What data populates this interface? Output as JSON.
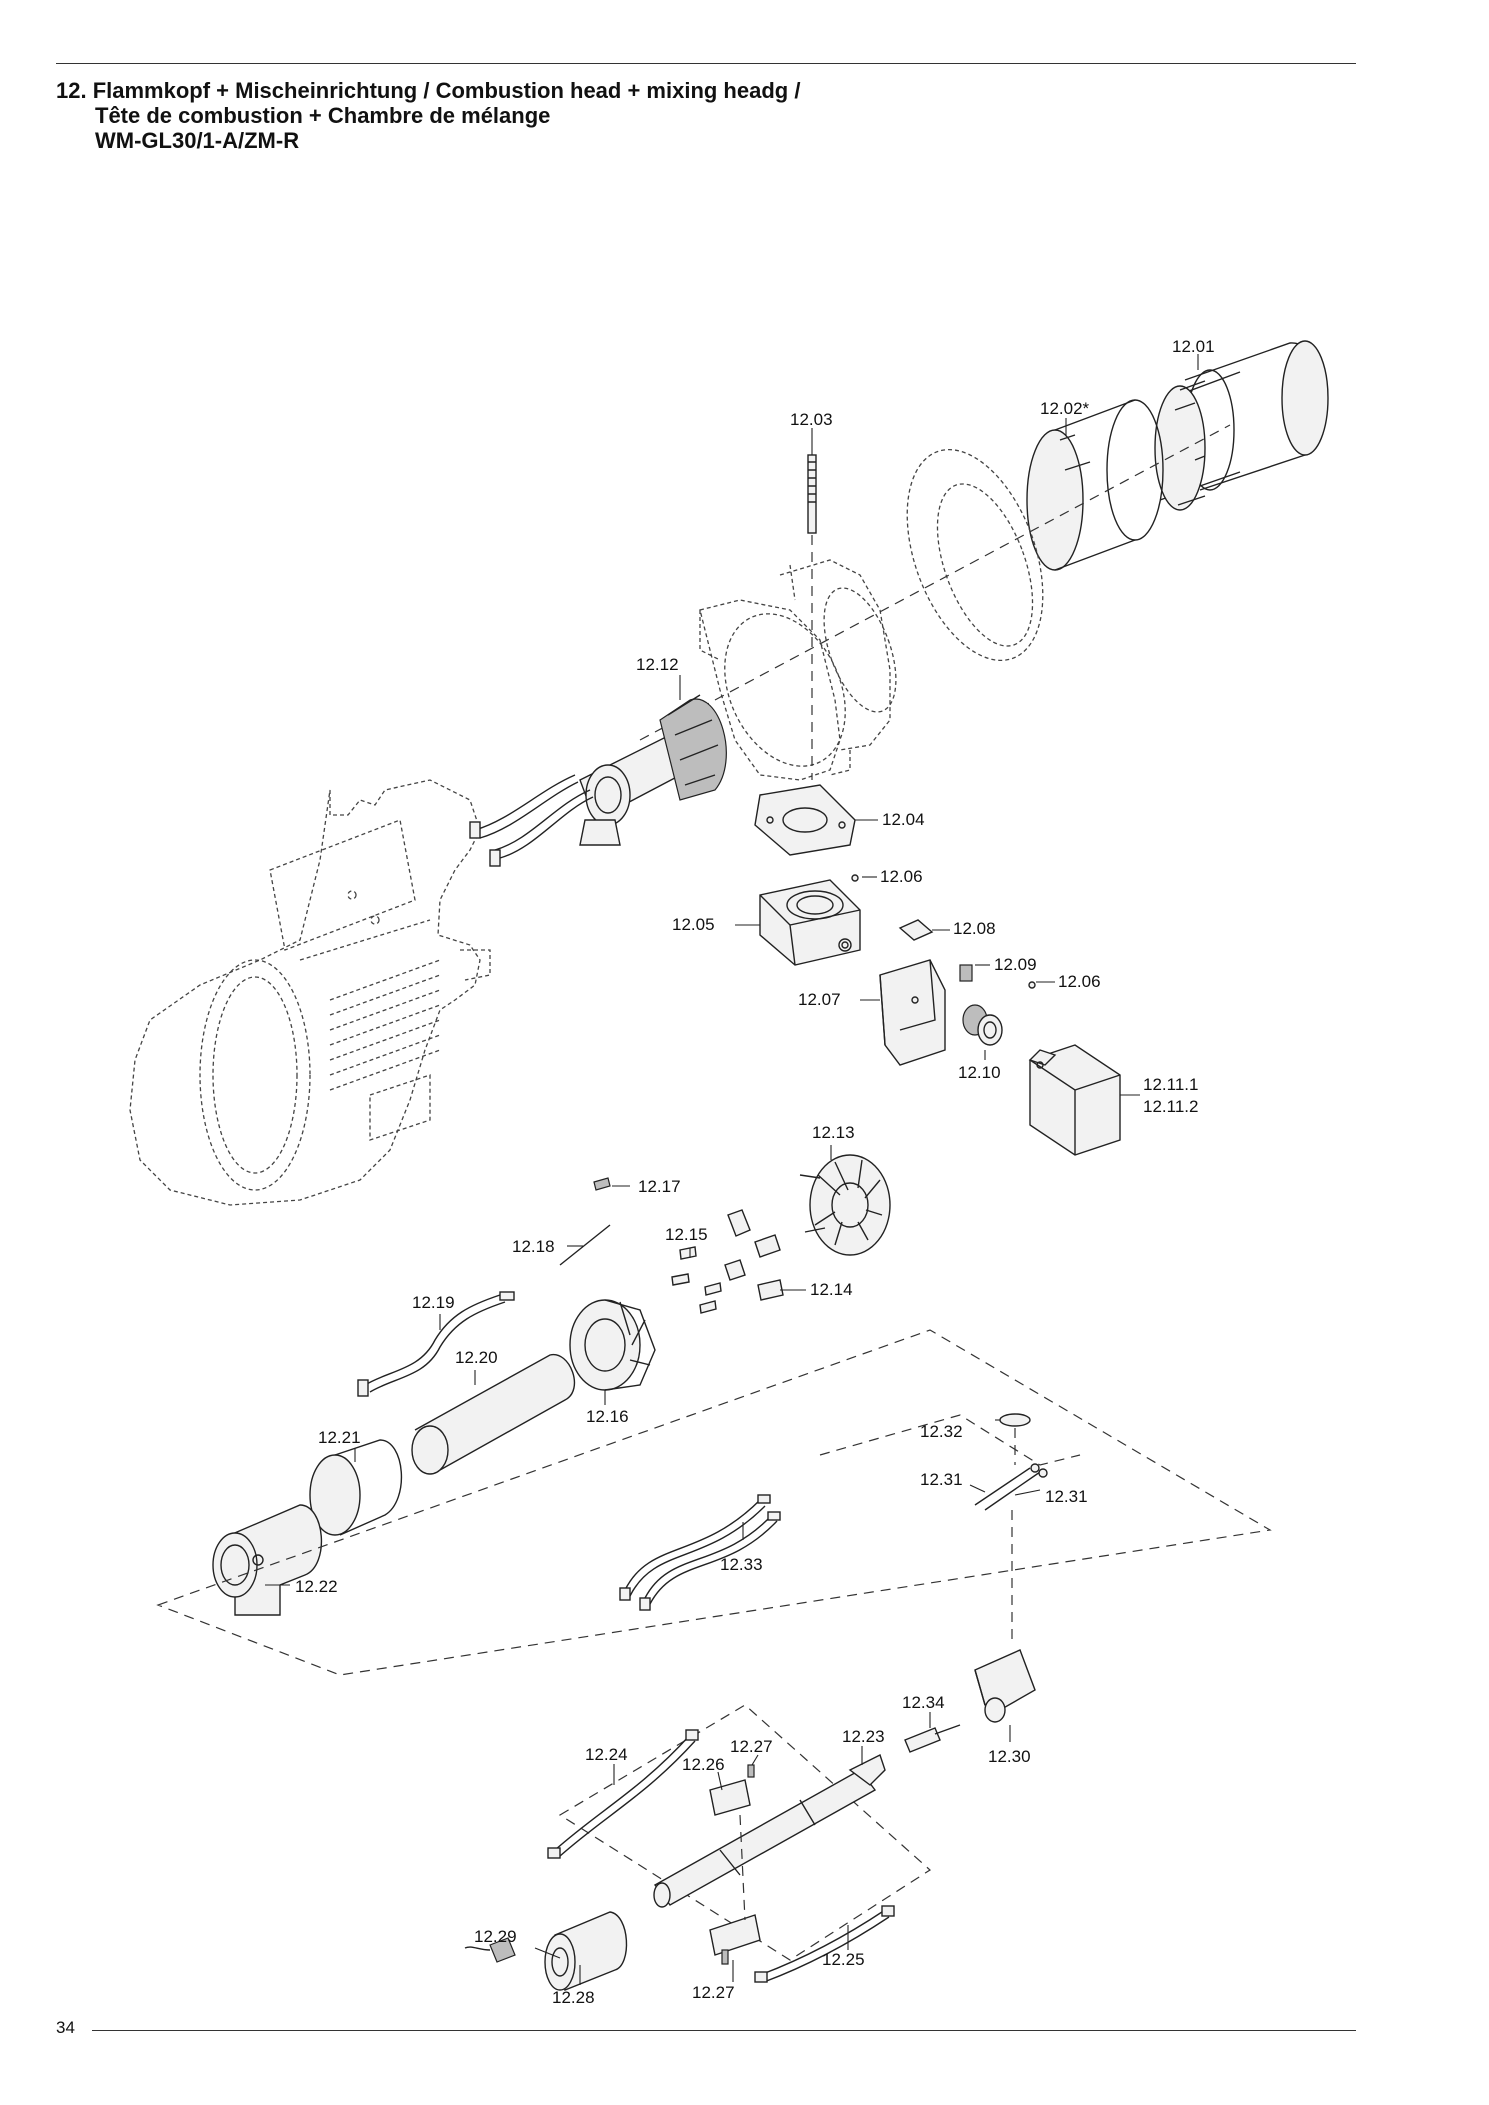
{
  "header": {
    "title_line1": "12. Flammkopf + Mischeinrichtung / Combustion head + mixing headg /",
    "title_line2": "Tête de combustion + Chambre de mélange",
    "title_line3": "WM-GL30/1-A/ZM-R"
  },
  "page_number": "34",
  "parts": {
    "p01": "12.01",
    "p02": "12.02*",
    "p03": "12.03",
    "p04": "12.04",
    "p05": "12.05",
    "p06a": "12.06",
    "p06b": "12.06",
    "p07": "12.07",
    "p08": "12.08",
    "p09": "12.09",
    "p10": "12.10",
    "p11_1": "12.11.1",
    "p11_2": "12.11.2",
    "p12": "12.12",
    "p13": "12.13",
    "p14": "12.14",
    "p15": "12.15",
    "p16": "12.16",
    "p17": "12.17",
    "p18": "12.18",
    "p19": "12.19",
    "p20": "12.20",
    "p21": "12.21",
    "p22": "12.22",
    "p23": "12.23",
    "p24": "12.24",
    "p25": "12.25",
    "p26": "12.26",
    "p27a": "12.27",
    "p27b": "12.27",
    "p28": "12.28",
    "p29": "12.29",
    "p30": "12.30",
    "p31a": "12.31",
    "p31b": "12.31",
    "p32": "12.32",
    "p33": "12.33",
    "p34": "12.34"
  }
}
